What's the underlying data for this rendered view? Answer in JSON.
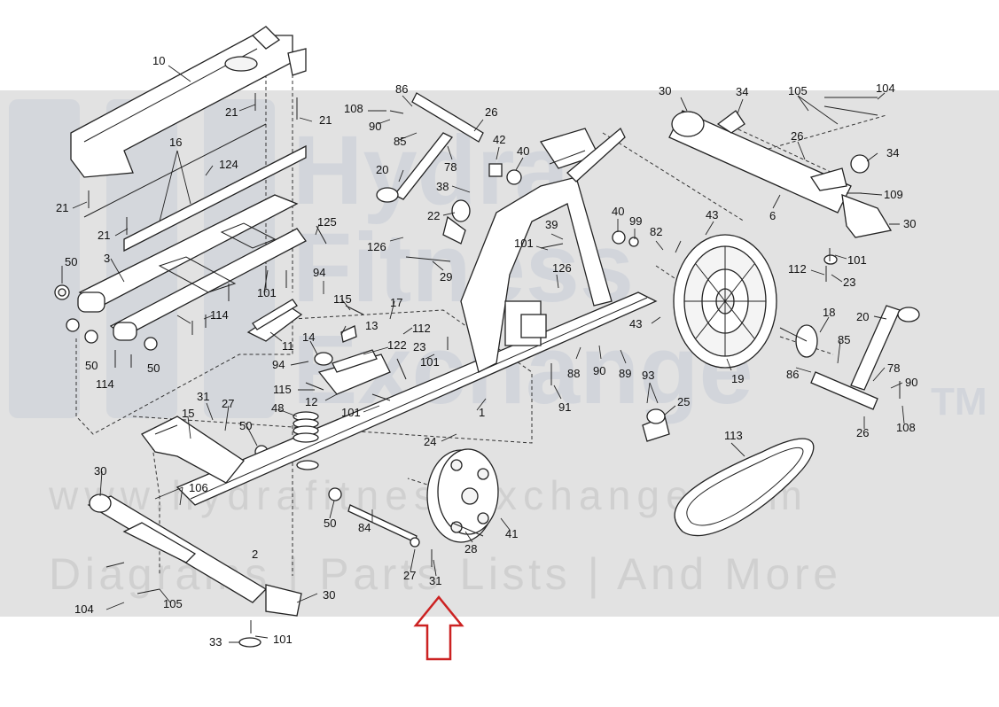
{
  "watermark": {
    "brand_line1": "Hydra",
    "brand_line2": "Fitness",
    "brand_line3": "Exchange",
    "trademark": "TM",
    "url": "www.hydrafitnessexchange.com",
    "tagline": "Diagrams | Parts Lists | And More"
  },
  "arrow_color": "#cc2222",
  "part_labels": [
    {
      "id": "p10",
      "text": "10"
    },
    {
      "id": "p21a",
      "text": "21"
    },
    {
      "id": "p21b",
      "text": "21"
    },
    {
      "id": "p16",
      "text": "16"
    },
    {
      "id": "p124",
      "text": "124"
    },
    {
      "id": "p21c",
      "text": "21"
    },
    {
      "id": "p21d",
      "text": "21"
    },
    {
      "id": "p125",
      "text": "125"
    },
    {
      "id": "p50a",
      "text": "50"
    },
    {
      "id": "p3",
      "text": "3"
    },
    {
      "id": "p101a",
      "text": "101"
    },
    {
      "id": "p94a",
      "text": "94"
    },
    {
      "id": "p114a",
      "text": "114"
    },
    {
      "id": "p50b",
      "text": "50"
    },
    {
      "id": "p50c",
      "text": "50"
    },
    {
      "id": "p114b",
      "text": "114"
    },
    {
      "id": "p11",
      "text": "11"
    },
    {
      "id": "p115a",
      "text": "115"
    },
    {
      "id": "p13",
      "text": "13"
    },
    {
      "id": "p17",
      "text": "17"
    },
    {
      "id": "p14",
      "text": "14"
    },
    {
      "id": "p122",
      "text": "122"
    },
    {
      "id": "p112a",
      "text": "112"
    },
    {
      "id": "p94b",
      "text": "94"
    },
    {
      "id": "p23a",
      "text": "23"
    },
    {
      "id": "p101b",
      "text": "101"
    },
    {
      "id": "p115b",
      "text": "115"
    },
    {
      "id": "p12",
      "text": "12"
    },
    {
      "id": "p48",
      "text": "48"
    },
    {
      "id": "p101c",
      "text": "101"
    },
    {
      "id": "p31a",
      "text": "31"
    },
    {
      "id": "p27a",
      "text": "27"
    },
    {
      "id": "p15",
      "text": "15"
    },
    {
      "id": "p50d",
      "text": "50"
    },
    {
      "id": "p1",
      "text": "1"
    },
    {
      "id": "p24",
      "text": "24"
    },
    {
      "id": "p30a",
      "text": "30"
    },
    {
      "id": "p106",
      "text": "106"
    },
    {
      "id": "p50e",
      "text": "50"
    },
    {
      "id": "p2",
      "text": "2"
    },
    {
      "id": "p84",
      "text": "84"
    },
    {
      "id": "p28",
      "text": "28"
    },
    {
      "id": "p41",
      "text": "41"
    },
    {
      "id": "p27b",
      "text": "27"
    },
    {
      "id": "p31b",
      "text": "31"
    },
    {
      "id": "p104a",
      "text": "104"
    },
    {
      "id": "p105a",
      "text": "105"
    },
    {
      "id": "p30b",
      "text": "30"
    },
    {
      "id": "p33",
      "text": "33"
    },
    {
      "id": "p101d",
      "text": "101"
    },
    {
      "id": "p86a",
      "text": "86"
    },
    {
      "id": "p108a",
      "text": "108"
    },
    {
      "id": "p90a",
      "text": "90"
    },
    {
      "id": "p26a",
      "text": "26"
    },
    {
      "id": "p85a",
      "text": "85"
    },
    {
      "id": "p42",
      "text": "42"
    },
    {
      "id": "p40a",
      "text": "40"
    },
    {
      "id": "p78a",
      "text": "78"
    },
    {
      "id": "p20a",
      "text": "20"
    },
    {
      "id": "p38",
      "text": "38"
    },
    {
      "id": "p22",
      "text": "22"
    },
    {
      "id": "p126a",
      "text": "126"
    },
    {
      "id": "p29",
      "text": "29"
    },
    {
      "id": "p39",
      "text": "39"
    },
    {
      "id": "p101e",
      "text": "101"
    },
    {
      "id": "p126b",
      "text": "126"
    },
    {
      "id": "p40b",
      "text": "40"
    },
    {
      "id": "p99",
      "text": "99"
    },
    {
      "id": "p82",
      "text": "82"
    },
    {
      "id": "p43a",
      "text": "43"
    },
    {
      "id": "p43b",
      "text": "43"
    },
    {
      "id": "p88",
      "text": "88"
    },
    {
      "id": "p90b",
      "text": "90"
    },
    {
      "id": "p89",
      "text": "89"
    },
    {
      "id": "p91",
      "text": "91"
    },
    {
      "id": "p93",
      "text": "93"
    },
    {
      "id": "p25",
      "text": "25"
    },
    {
      "id": "p19",
      "text": "19"
    },
    {
      "id": "p113",
      "text": "113"
    },
    {
      "id": "p30c",
      "text": "30"
    },
    {
      "id": "p34a",
      "text": "34"
    },
    {
      "id": "p105b",
      "text": "105"
    },
    {
      "id": "p104b",
      "text": "104"
    },
    {
      "id": "p26b",
      "text": "26"
    },
    {
      "id": "p34b",
      "text": "34"
    },
    {
      "id": "p109",
      "text": "109"
    },
    {
      "id": "p6",
      "text": "6"
    },
    {
      "id": "p30d",
      "text": "30"
    },
    {
      "id": "p101f",
      "text": "101"
    },
    {
      "id": "p112b",
      "text": "112"
    },
    {
      "id": "p23b",
      "text": "23"
    },
    {
      "id": "p18",
      "text": "18"
    },
    {
      "id": "p20b",
      "text": "20"
    },
    {
      "id": "p85b",
      "text": "85"
    },
    {
      "id": "p86b",
      "text": "86"
    },
    {
      "id": "p78b",
      "text": "78"
    },
    {
      "id": "p90c",
      "text": "90"
    },
    {
      "id": "p26c",
      "text": "26"
    },
    {
      "id": "p108b",
      "text": "108"
    }
  ]
}
